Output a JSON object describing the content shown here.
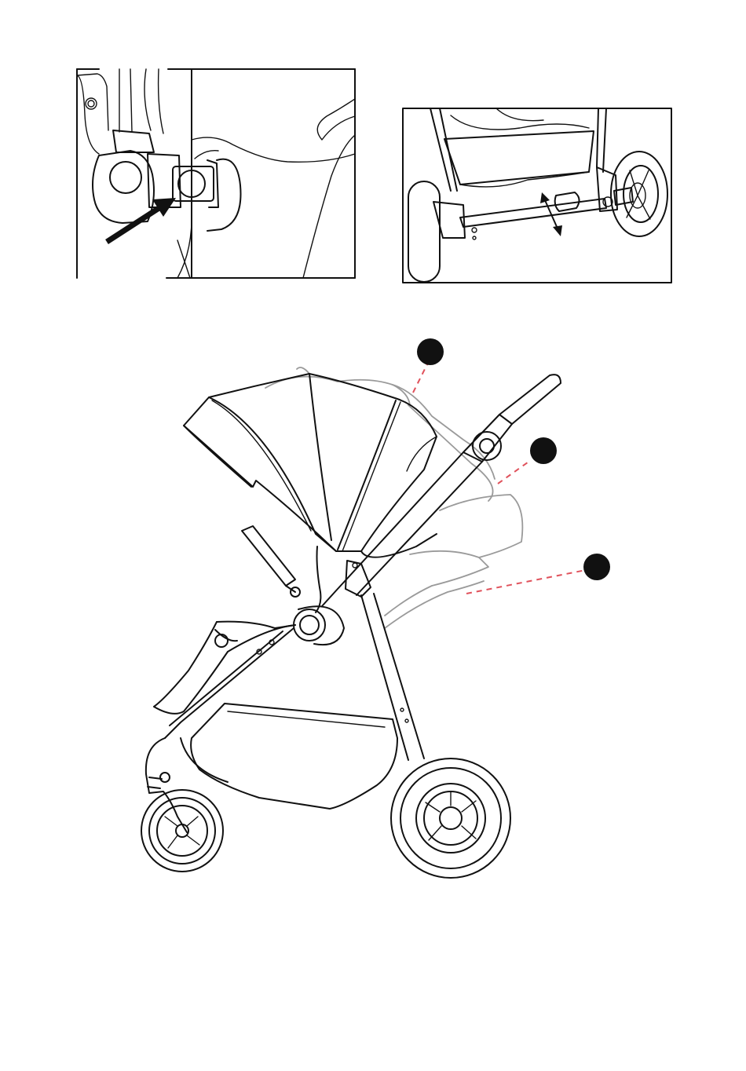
{
  "colors": {
    "line": "#111111",
    "ghost": "#9a9a9a",
    "leader": "#e0525c",
    "marker": "#111111",
    "background": "#ffffff"
  },
  "figures": [
    {
      "id": "hinge-detail",
      "icon": "arrow-pointing-to-release-button-icon"
    },
    {
      "id": "chassis-detail",
      "icon": "double-headed-arrow-icon"
    },
    {
      "id": "recline-positions",
      "markers": 3
    }
  ]
}
